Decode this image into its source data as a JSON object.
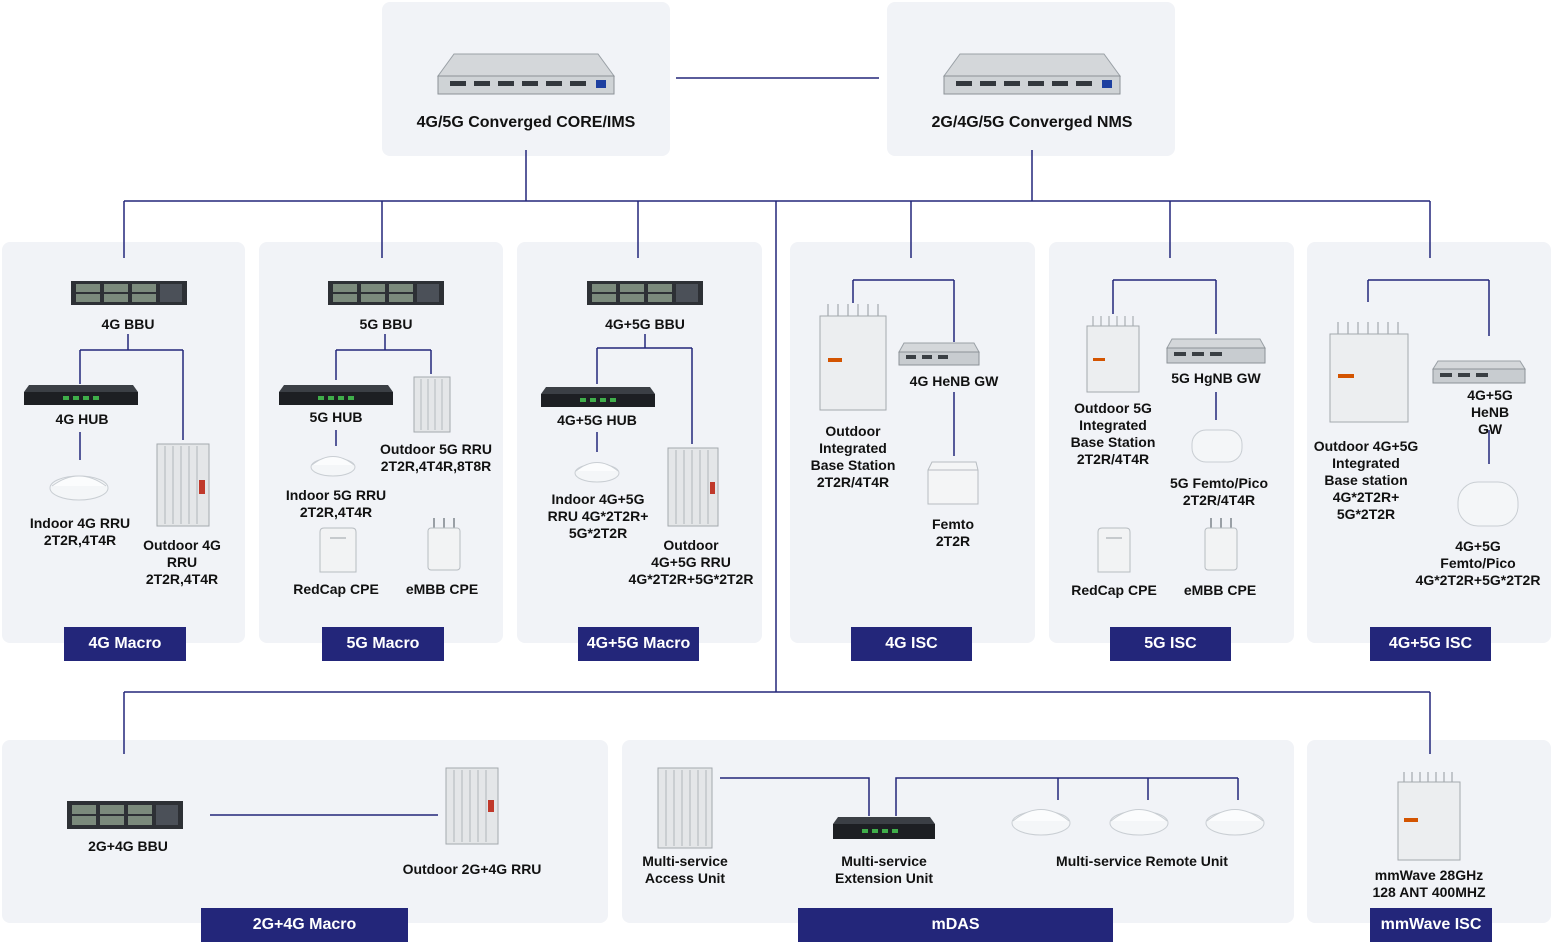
{
  "colors": {
    "line": "#23267a",
    "badge": "#23267a",
    "panel": "#f1f3f7"
  },
  "top": {
    "core_label": "4G/5G Converged CORE/IMS",
    "nms_label": "2G/4G/5G Converged NMS"
  },
  "panels": {
    "m4g": {
      "badge": "4G Macro",
      "bbu": "4G BBU",
      "hub": "4G HUB",
      "indoor_rru": "Indoor 4G RRU\n2T2R,4T4R",
      "outdoor_rru": "Outdoor 4G\nRRU\n2T2R,4T4R"
    },
    "m5g": {
      "badge": "5G Macro",
      "bbu": "5G BBU",
      "hub": "5G HUB",
      "outdoor_rru": "Outdoor 5G RRU\n2T2R,4T4R,8T8R",
      "indoor_rru": "Indoor 5G RRU\n2T2R,4T4R",
      "redcap": "RedCap CPE",
      "embb": "eMBB CPE"
    },
    "m45g": {
      "badge": "4G+5G Macro",
      "bbu": "4G+5G BBU",
      "hub": "4G+5G HUB",
      "indoor_rru": "Indoor 4G+5G\nRRU 4G*2T2R+\n5G*2T2R",
      "outdoor_rru": "Outdoor\n4G+5G RRU\n4G*2T2R+5G*2T2R"
    },
    "isc4g": {
      "badge": "4G ISC",
      "base": "Outdoor\nIntegrated\nBase Station\n2T2R/4T4R",
      "gw": "4G HeNB GW",
      "femto": "Femto\n2T2R"
    },
    "isc5g": {
      "badge": "5G ISC",
      "base": "Outdoor 5G\nIntegrated\nBase Station\n2T2R/4T4R",
      "gw": "5G HgNB GW",
      "femto": "5G Femto/Pico\n2T2R/4T4R",
      "redcap": "RedCap CPE",
      "embb": "eMBB CPE"
    },
    "isc45g": {
      "badge": "4G+5G ISC",
      "base": "Outdoor 4G+5G\nIntegrated\nBase station\n4G*2T2R+\n5G*2T2R",
      "gw": "4G+5G\nHeNB GW",
      "femto": "4G+5G\nFemto/Pico\n4G*2T2R+5G*2T2R"
    },
    "m24g": {
      "badge": "2G+4G Macro",
      "bbu": "2G+4G BBU",
      "rru": "Outdoor 2G+4G RRU"
    },
    "mdas": {
      "badge": "mDAS",
      "access": "Multi-service\nAccess Unit",
      "ext": "Multi-service\nExtension Unit",
      "remote": "Multi-service Remote Unit"
    },
    "mmw": {
      "badge": "mmWave ISC",
      "unit": "mmWave 28GHz\n128 ANT 400MHZ"
    }
  }
}
